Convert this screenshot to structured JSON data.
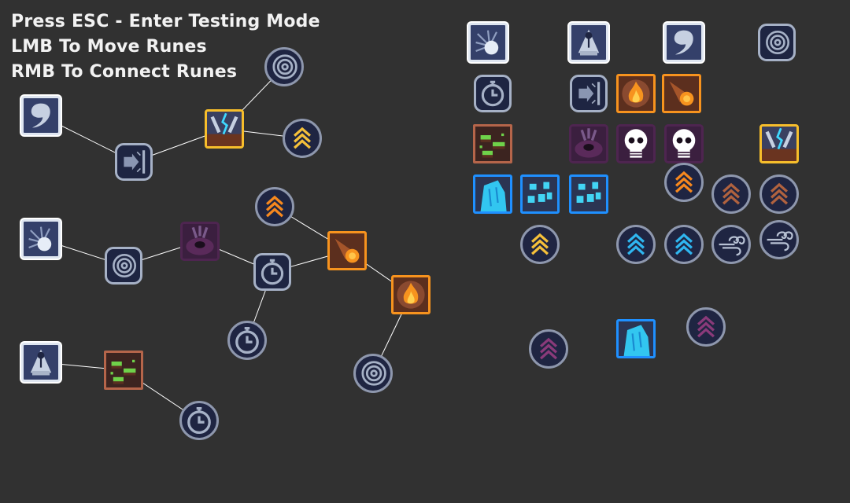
{
  "instructions": [
    "Press ESC - Enter Testing Mode",
    "LMB To Move Runes",
    "RMB To Connect Runes"
  ],
  "colors": {
    "background": "#313131",
    "link_line": "#ffffff",
    "fire_frame": "#f7931e",
    "lightning_frame": "#f7be2b",
    "ice_frame": "#1f90ff",
    "earth_frame": "#b5654a",
    "void_frame": "#4e2550",
    "air_frame": "#dfe6f1"
  }
}
